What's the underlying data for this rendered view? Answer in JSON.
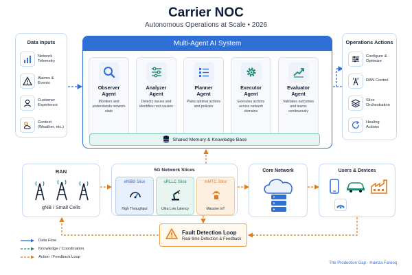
{
  "header": {
    "title": "Carrier NOC",
    "subtitle": "Autonomous Operations at Scale • 2026"
  },
  "data_inputs": {
    "title": "Data Inputs",
    "items": [
      {
        "icon": "chart-icon",
        "label_1": "Network",
        "label_2": "Telemetry"
      },
      {
        "icon": "warning-icon",
        "label_1": "Alarms &",
        "label_2": "Events"
      },
      {
        "icon": "user-icon",
        "label_1": "Customer",
        "label_2": "Experience"
      },
      {
        "icon": "weather-icon",
        "label_1": "Context",
        "label_2": "(Weather, etc.)"
      }
    ]
  },
  "mas": {
    "title": "Multi-Agent AI System",
    "agents": [
      {
        "icon": "magnifier-icon",
        "name_1": "Observer",
        "name_2": "Agent",
        "desc": "Monitors and understands network state"
      },
      {
        "icon": "sliders-icon",
        "name_1": "Analyzer",
        "name_2": "Agent",
        "desc": "Detects issues and identifies root causes"
      },
      {
        "icon": "checklist-icon",
        "name_1": "Planner",
        "name_2": "Agent",
        "desc": "Plans optimal actions and policies"
      },
      {
        "icon": "gear-icon",
        "name_1": "Executor",
        "name_2": "Agent",
        "desc": "Executes actions across network domains"
      },
      {
        "icon": "trend-icon",
        "name_1": "Evaluator",
        "name_2": "Agent",
        "desc": "Validates outcomes and learns continuously"
      }
    ],
    "memory": "Shared Memory & Knowledge Base"
  },
  "operations": {
    "title": "Operations Actions",
    "items": [
      {
        "icon": "sliders-icon",
        "label_1": "Configure &",
        "label_2": "Optimize"
      },
      {
        "icon": "antenna-icon",
        "label_1": "RAN Control",
        "label_2": ""
      },
      {
        "icon": "layers-icon",
        "label_1": "Slice",
        "label_2": "Orchestration"
      },
      {
        "icon": "refresh-icon",
        "label_1": "Healing",
        "label_2": "Actions"
      }
    ]
  },
  "ran": {
    "title": "RAN",
    "subtitle": "gNB / Small Cells"
  },
  "slices": {
    "title": "5G Network Slices",
    "items": [
      {
        "name": "eMBB Slice",
        "desc": "High Throughput",
        "color": "#2f6fd6"
      },
      {
        "name": "uRLLC Slice",
        "desc": "Ultra Low Latency",
        "color": "#1f8a70"
      },
      {
        "name": "mMTC Slice",
        "desc": "Massive IoT",
        "color": "#e07b1a"
      }
    ]
  },
  "core": {
    "title": "Core Network"
  },
  "users": {
    "title": "Users & Devices"
  },
  "fault_loop": {
    "title": "Fault Detection Loop",
    "subtitle": "Real-time Detection & Feedback"
  },
  "legend": [
    {
      "label": "Data Flow",
      "style": "solid",
      "color": "#2f6fd6"
    },
    {
      "label": "Knowledge / Coordination",
      "style": "dashed",
      "color": "#1f8a70"
    },
    {
      "label": "Action / Feedback Loop",
      "style": "dashed",
      "color": "#e07b1a"
    }
  ],
  "credit": "The Production Gap · Hamza Farooq",
  "colors": {
    "blue": "#2f6fd6",
    "teal": "#1f8a70",
    "orange": "#e07b1a",
    "navy": "#0f1e3a"
  }
}
